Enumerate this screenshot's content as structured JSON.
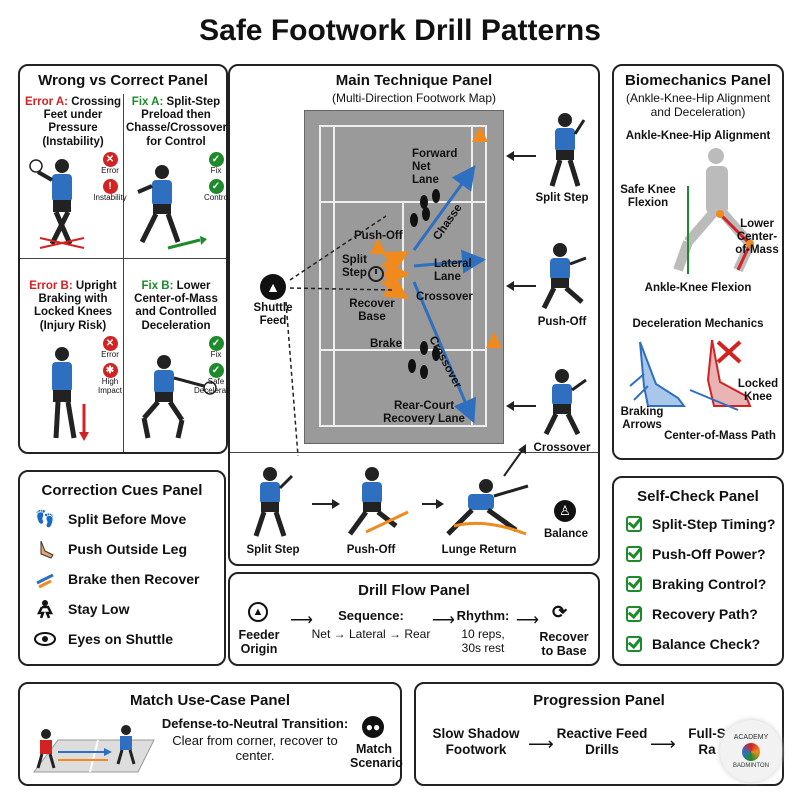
{
  "title": "Safe Footwork Drill Patterns",
  "wrong_correct": {
    "title": "Wrong vs Correct Panel",
    "error_a": {
      "label": "Error A:",
      "text": "Crossing Feet under Pressure (Instability)",
      "tag1": "Error",
      "tag2": "Instability"
    },
    "fix_a": {
      "label": "Fix A:",
      "text": "Split-Step Preload then Chasse/Crossover for Control",
      "tag1": "Fix",
      "tag2": "Control"
    },
    "error_b": {
      "label": "Error B:",
      "text": "Upright Braking with Locked Knees (Injury Risk)",
      "tag1": "Error",
      "tag2": "High Impact"
    },
    "fix_b": {
      "label": "Fix B:",
      "text": "Lower Center-of-Mass and Controlled Deceleration",
      "tag1": "Fix",
      "tag2": "Safe Deceleration"
    }
  },
  "main": {
    "title": "Main Technique Panel",
    "subtitle": "(Multi-Direction Footwork Map)",
    "labels": {
      "forward": "Forward Net Lane",
      "chasse": "Chasse",
      "push_off": "Push-Off",
      "split_step": "Split Step",
      "lateral": "Lateral Lane",
      "crossover_mid": "Crossover",
      "recover": "Recover Base",
      "brake": "Brake",
      "crossover_diag": "Crossover",
      "rear": "Rear-Court Recovery Lane"
    },
    "shuttle_feed": "Shuttle Feed",
    "side_labels": [
      "Split Step",
      "Push-Off",
      "Crossover"
    ],
    "sequence": [
      "Split Step",
      "Push-Off",
      "Lunge Return"
    ],
    "balance": "Balance"
  },
  "biomech": {
    "title": "Biomechanics Panel",
    "subtitle": "(Ankle-Knee-Hip Alignment and Deceleration)",
    "section1": "Ankle-Knee-Hip Alignment",
    "safe_knee": "Safe Knee Flexion",
    "lower_com": "Lower Center-of-Mass",
    "ankle_knee": "Ankle-Knee Flexion",
    "section2": "Deceleration Mechanics",
    "braking": "Braking Arrows",
    "locked": "Locked Knee",
    "com_path": "Center-of-Mass Path"
  },
  "cues": {
    "title": "Correction Cues Panel",
    "items": [
      {
        "icon": "footprints-icon",
        "text": "Split Before Move"
      },
      {
        "icon": "leg-icon",
        "text": "Push Outside Leg"
      },
      {
        "icon": "brake-icon",
        "text": "Brake then Recover"
      },
      {
        "icon": "crouch-icon",
        "text": "Stay Low"
      },
      {
        "icon": "eye-icon",
        "text": "Eyes on Shuttle"
      }
    ]
  },
  "selfcheck": {
    "title": "Self-Check Panel",
    "items": [
      "Split-Step Timing?",
      "Push-Off Power?",
      "Braking Control?",
      "Recovery Path?",
      "Balance Check?"
    ]
  },
  "drill_flow": {
    "title": "Drill Flow Panel",
    "feeder": "Feeder Origin",
    "sequence_label": "Sequence:",
    "sequence_value": "Net → Lateral → Rear",
    "rhythm_label": "Rhythm:",
    "rhythm_value": "10 reps, 30s rest",
    "recover": "Recover to Base"
  },
  "match": {
    "title": "Match Use-Case Panel",
    "heading": "Defense-to-Neutral Transition:",
    "text": "Clear from corner, recover to center.",
    "scenario": "Match Scenario"
  },
  "progression": {
    "title": "Progression Panel",
    "steps": [
      "Slow Shadow Footwork",
      "Reactive Feed Drills",
      "Full-S Ra"
    ]
  },
  "logo": {
    "line1": "ACADEMY",
    "line2": "BADMINTON"
  },
  "colors": {
    "accent_blue": "#2f6fc0",
    "accent_orange": "#f08a1c",
    "error_red": "#d32222",
    "fix_green": "#1d8a2b"
  }
}
